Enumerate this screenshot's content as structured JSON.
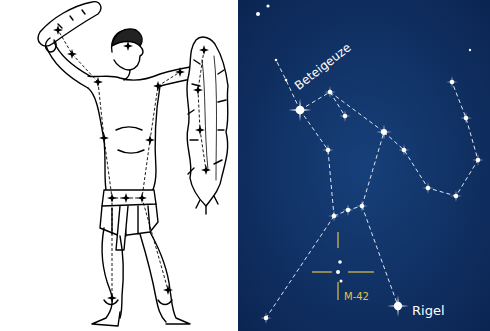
{
  "diagram": {
    "labels": [
      "Beteigeuze",
      "M-42",
      "Rigel"
    ]
  }
}
